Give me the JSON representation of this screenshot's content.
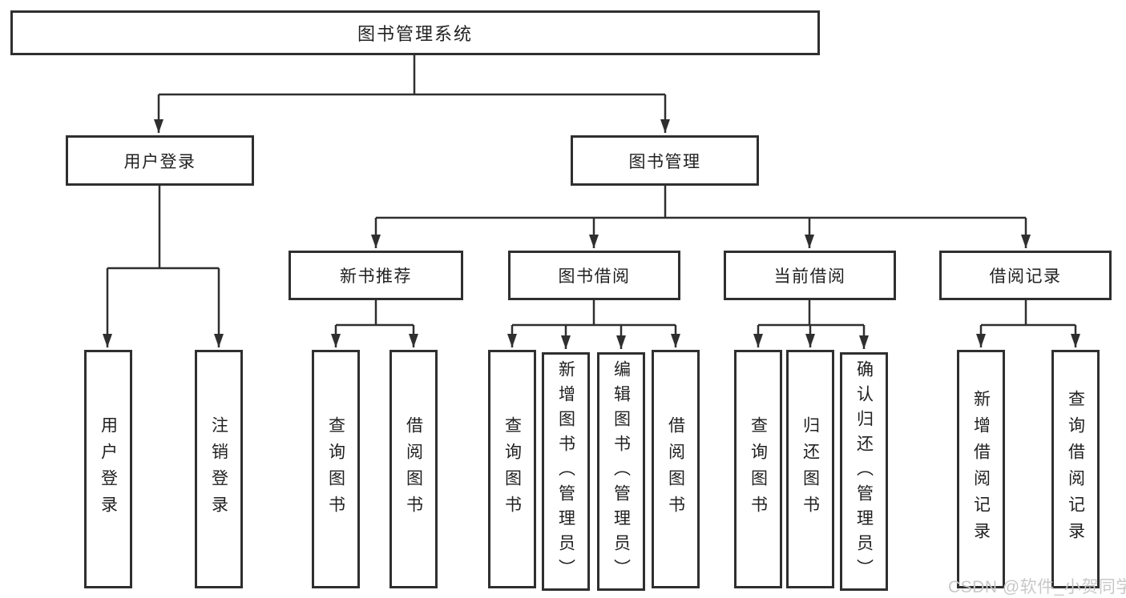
{
  "diagram": {
    "title": "图书管理系统",
    "tree": {
      "label": "图书管理系统",
      "children": [
        {
          "label": "用户登录",
          "children": [
            {
              "label": "用户登录"
            },
            {
              "label": "注销登录"
            }
          ]
        },
        {
          "label": "图书管理",
          "children": [
            {
              "label": "新书推荐",
              "children": [
                {
                  "label": "查询图书"
                },
                {
                  "label": "借阅图书"
                }
              ]
            },
            {
              "label": "图书借阅",
              "children": [
                {
                  "label": "查询图书"
                },
                {
                  "label": "新增图书（管理员）"
                },
                {
                  "label": "编辑图书（管理员）"
                },
                {
                  "label": "借阅图书"
                }
              ]
            },
            {
              "label": "当前借阅",
              "children": [
                {
                  "label": "查询图书"
                },
                {
                  "label": "归还图书"
                },
                {
                  "label": "确认归还（管理员）"
                }
              ]
            },
            {
              "label": "借阅记录",
              "children": [
                {
                  "label": "新增借阅记录"
                },
                {
                  "label": "查询借阅记录"
                }
              ]
            }
          ]
        }
      ]
    }
  },
  "watermark": {
    "text": "CSDN @软件_小贺同学"
  },
  "colors": {
    "line": "#2f2f2f",
    "border": "#2f2f2f",
    "text": "#212121",
    "watermark": "#c8c8c8",
    "background": "#ffffff"
  }
}
